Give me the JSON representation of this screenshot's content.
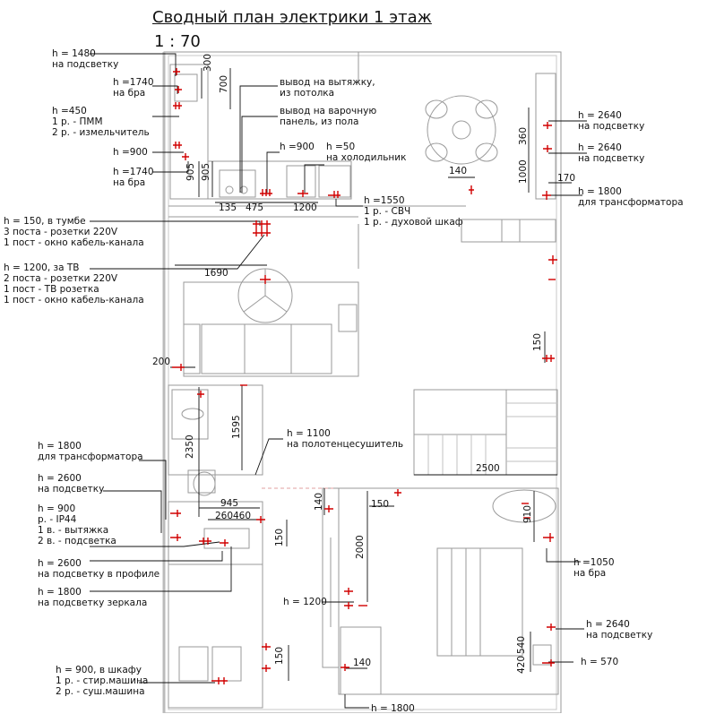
{
  "title": "Сводный план электрики 1 этаж",
  "scale": "1 : 70",
  "labels": [
    {
      "id": "l1",
      "lines": [
        "h = 1480",
        "на подсветку"
      ]
    },
    {
      "id": "l2",
      "lines": [
        "h =1740",
        "на бра"
      ]
    },
    {
      "id": "l3",
      "lines": [
        "h =450",
        "1 р. - ПММ",
        "2 р. - измельчитель"
      ]
    },
    {
      "id": "l4",
      "lines": [
        "h =900"
      ]
    },
    {
      "id": "l5",
      "lines": [
        "h =1740",
        "на бра"
      ]
    },
    {
      "id": "l6",
      "lines": [
        "вывод на вытяжку,",
        "из потолка"
      ]
    },
    {
      "id": "l7",
      "lines": [
        "вывод на варочную",
        "панель, из пола"
      ]
    },
    {
      "id": "l8",
      "lines": [
        "h =900"
      ]
    },
    {
      "id": "l9",
      "lines": [
        "h =50",
        "на холодильник"
      ]
    },
    {
      "id": "l10",
      "lines": [
        "h =1550",
        "1 р. -  СВЧ",
        "1 р. - духовой шкаф"
      ]
    },
    {
      "id": "l11",
      "lines": [
        "h = 150, в тумбе",
        "3 поста - розетки 220V",
        "1 пост - окно кабель-канала"
      ]
    },
    {
      "id": "l12",
      "lines": [
        "h = 1200, за ТВ",
        "2 поста - розетки 220V",
        "1 пост - ТВ розетка",
        "1 пост - окно кабель-канала"
      ]
    },
    {
      "id": "l13",
      "lines": [
        "h = 2640",
        "на подсветку"
      ]
    },
    {
      "id": "l14",
      "lines": [
        "h = 2640",
        "на подсветку"
      ]
    },
    {
      "id": "l15",
      "lines": [
        "h = 1800",
        "для трансформатора"
      ]
    },
    {
      "id": "l16",
      "lines": [
        "h = 1100",
        "на полотенцесушитель"
      ]
    },
    {
      "id": "l17",
      "lines": [
        "h = 1800",
        "для трансформатора"
      ]
    },
    {
      "id": "l18",
      "lines": [
        "h = 2600",
        "на подсветку"
      ]
    },
    {
      "id": "l19",
      "lines": [
        "h = 900",
        "р. - IP44",
        "1 в. - вытяжка",
        "2 в. - подсветка"
      ]
    },
    {
      "id": "l20",
      "lines": [
        "h = 2600",
        "на подсветку в профиле"
      ]
    },
    {
      "id": "l21",
      "lines": [
        "h = 1800",
        "на подсветку зеркала"
      ]
    },
    {
      "id": "l22",
      "lines": [
        "h = 1200"
      ]
    },
    {
      "id": "l23",
      "lines": [
        "h =1050",
        "на бра"
      ]
    },
    {
      "id": "l24",
      "lines": [
        "h = 2640",
        "на подсветку"
      ]
    },
    {
      "id": "l25",
      "lines": [
        "h = 570"
      ]
    },
    {
      "id": "l26",
      "lines": [
        "h = 900, в шкафу",
        "1 р. - стир.машина",
        "2 р. - суш.машина"
      ]
    },
    {
      "id": "l27",
      "lines": [
        "h = 1800"
      ]
    }
  ],
  "dimensions": [
    "300",
    "700",
    "905",
    "905",
    "135",
    "475",
    "1200",
    "1690",
    "200",
    "1595",
    "2350",
    "945",
    "260",
    "460",
    "150",
    "140",
    "150",
    "2000",
    "2500",
    "910",
    "140",
    "1000",
    "360",
    "170",
    "150",
    "150",
    "140",
    "420",
    "540"
  ]
}
